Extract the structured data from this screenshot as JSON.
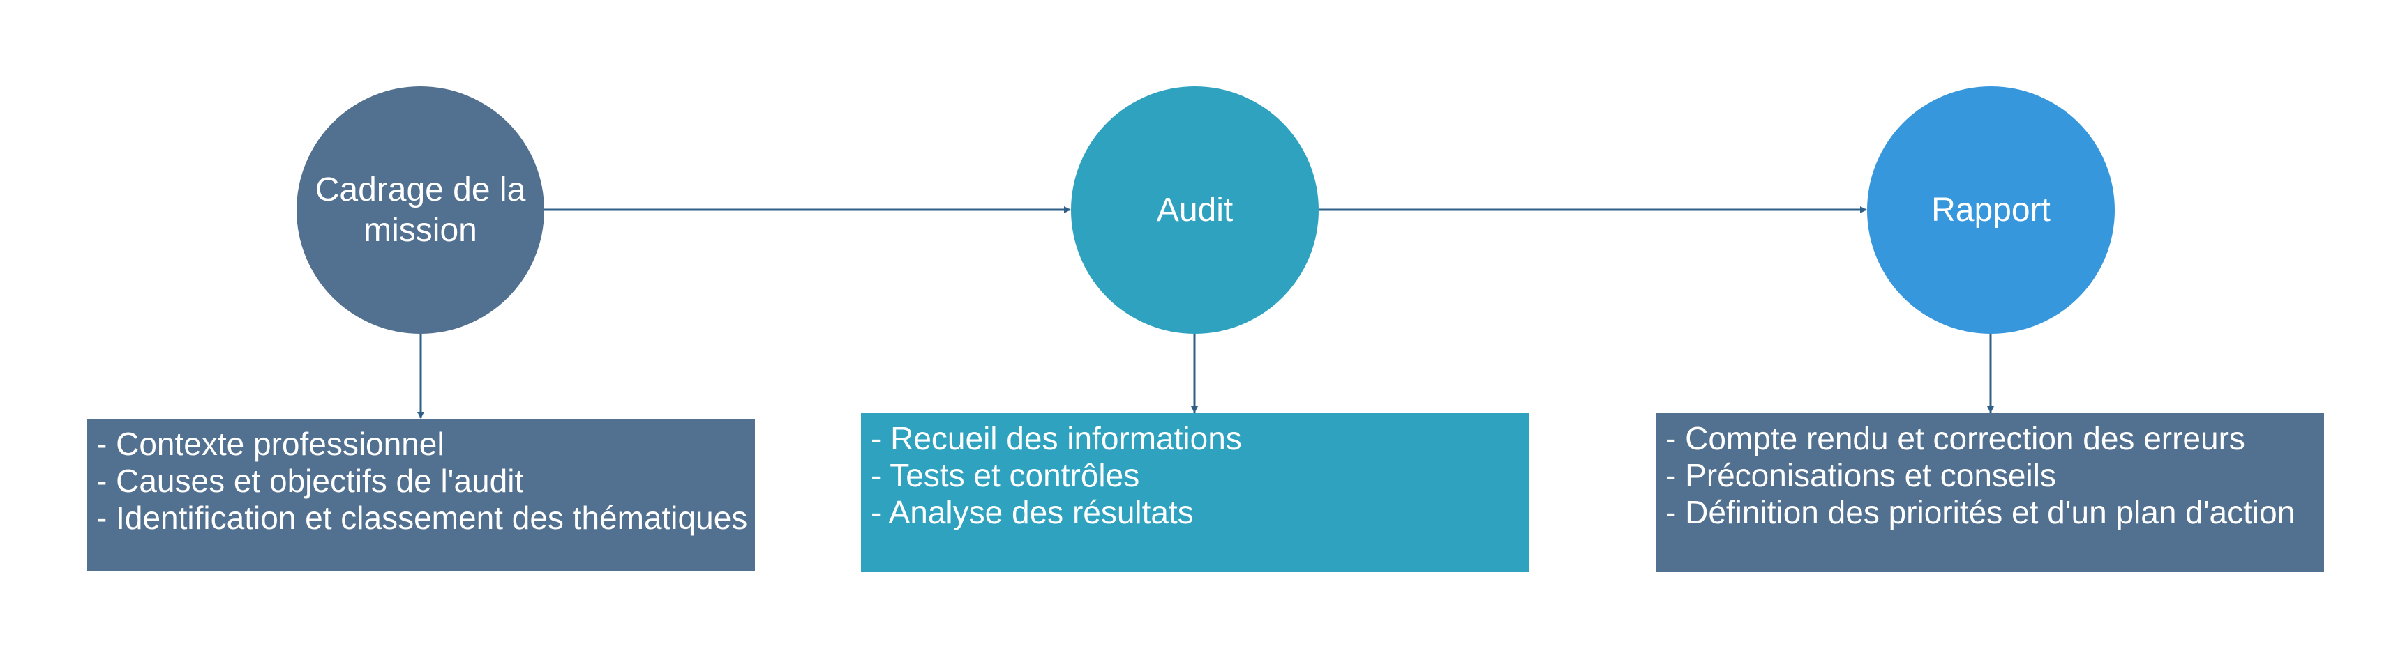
{
  "colors": {
    "slate_blue": "#52708f",
    "teal": "#2ea2bf",
    "sky_blue": "#3797dc",
    "connector": "#2f5f86",
    "text": "#ffffff"
  },
  "steps": [
    {
      "title": "Cadrage de la mission",
      "details": [
        "- Contexte professionnel",
        "- Causes et objectifs de l'audit",
        "- Identification et classement des thématiques"
      ]
    },
    {
      "title": "Audit",
      "details": [
        "- Recueil des informations",
        "- Tests et contrôles",
        "- Analyse des résultats"
      ]
    },
    {
      "title": "Rapport",
      "details": [
        "- Compte rendu et correction des erreurs",
        "- Préconisations et conseils",
        "- Définition des priorités et d'un plan d'action"
      ]
    }
  ]
}
